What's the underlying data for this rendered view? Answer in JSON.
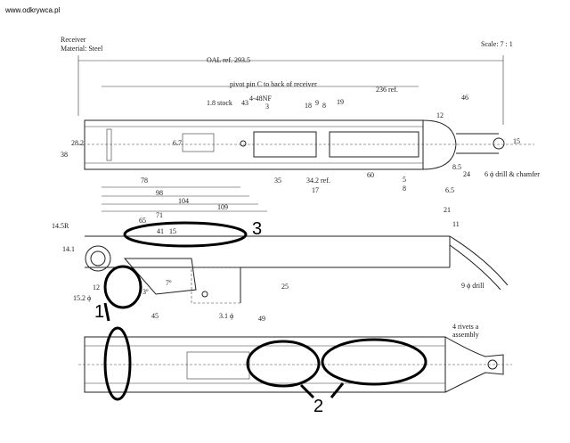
{
  "watermark": "www.odkrywca.pl",
  "title_block": {
    "part": "Receiver",
    "material": "Material: Steel",
    "scale": "Scale: 7 : 1"
  },
  "top_view": {
    "oal": "OAL ref. 293.5",
    "pivot_note": "pivot pin C  to back of receiver",
    "thread": "4-48NF",
    "stock": "1.8 stock",
    "ref_236": "236 ref.",
    "d43": "43",
    "d3": "3",
    "d18": "18",
    "d9": "9",
    "d8": "8",
    "d19": "19",
    "d46": "46",
    "d12": "12",
    "d15": "15",
    "d282": "28.2",
    "d38": "38",
    "d67": "6.7",
    "d35": "35",
    "d342": "34.2 ref.",
    "d17": "17",
    "d60": "60",
    "d5": "5",
    "d8b": "8",
    "d65": "6.5",
    "d85": "8.5",
    "d24": "24",
    "drill": "6 ϕ drill & chamfer",
    "d78": "78",
    "d98": "98",
    "d104": "104",
    "d109": "109"
  },
  "side_view": {
    "d145r": "14.5R",
    "d141": "14.1",
    "d65": "65",
    "d71": "71",
    "d41": "41",
    "d15": "15",
    "d21": "21",
    "d11": "11",
    "d7deg": "7º",
    "d3deg": "3º",
    "d25": "25",
    "d12": "12",
    "d152": "15.2 ϕ",
    "d45": "45",
    "d31": "3.1 ϕ",
    "d49": "49",
    "drill9": "9 ϕ drill"
  },
  "bottom_view": {
    "rivets": "4 rivets a",
    "assembly": "assembly"
  },
  "callouts": {
    "c1": "1",
    "c2": "2",
    "c3": "3"
  },
  "colors": {
    "ink": "#222222",
    "marker": "#000000",
    "paper": "#ffffff"
  }
}
